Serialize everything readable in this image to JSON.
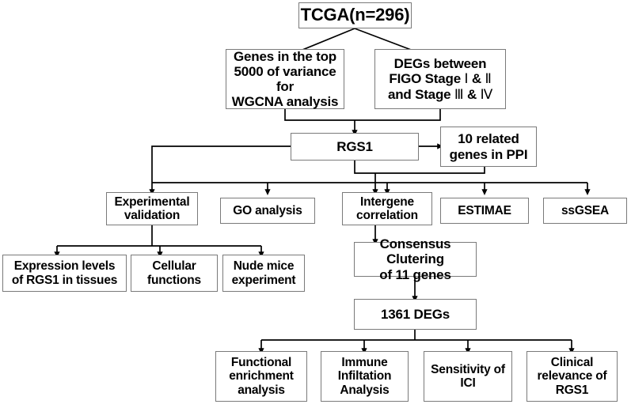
{
  "diagram": {
    "title": "RGS1 study workflow flowchart",
    "style": {
      "box_border_color": "#7a7a7a",
      "box_fill_color": "#ffffff",
      "line_color": "#000000",
      "text_color": "#000000",
      "background": "#ffffff"
    },
    "nodes": [
      {
        "id": "tcga",
        "label": "TCGA(n=296)"
      },
      {
        "id": "wgcna",
        "line1": "Genes in the top",
        "line2": "5000 of variance for",
        "line3": "WGCNA analysis"
      },
      {
        "id": "degs_figo",
        "line1": "DEGs between",
        "line2a": "FIGO Stage ",
        "rn1": "Ⅰ",
        "amp1": " & ",
        "rn2": "Ⅱ",
        "line3a": "and Stage ",
        "rn3": "Ⅲ",
        "amp2": " & ",
        "rn4": "Ⅳ"
      },
      {
        "id": "rgs1",
        "label": "RGS1"
      },
      {
        "id": "ppi",
        "line1": "10 related",
        "line2": "genes in PPI"
      },
      {
        "id": "exp_val",
        "line1": "Experimental",
        "line2": "validation"
      },
      {
        "id": "go",
        "label": "GO analysis"
      },
      {
        "id": "intergene",
        "line1": "Intergene",
        "line2": "correlation"
      },
      {
        "id": "estimae",
        "label": "ESTIMAE"
      },
      {
        "id": "ssgsea",
        "label": "ssGSEA"
      },
      {
        "id": "expr_levels",
        "line1": "Expression levels",
        "line2": "of RGS1 in tissues"
      },
      {
        "id": "cell_func",
        "line1": "Cellular",
        "line2": "functions"
      },
      {
        "id": "nude_mice",
        "line1": "Nude mice",
        "line2": "experiment"
      },
      {
        "id": "consensus",
        "line1": "Consensus Clutering",
        "line2": "of 11 genes"
      },
      {
        "id": "degs1361",
        "label": "1361 DEGs"
      },
      {
        "id": "func_enrich",
        "line1": "Functional",
        "line2": "enrichment",
        "line3": "analysis"
      },
      {
        "id": "immune_inf",
        "line1": "Immune",
        "line2": "Infiltation",
        "line3": "Analysis"
      },
      {
        "id": "sens_ici",
        "line1": "Sensitivity of",
        "line2": "ICI"
      },
      {
        "id": "clin_rel",
        "line1": "Clinical",
        "line2": "relevance of",
        "line3": "RGS1"
      }
    ]
  }
}
